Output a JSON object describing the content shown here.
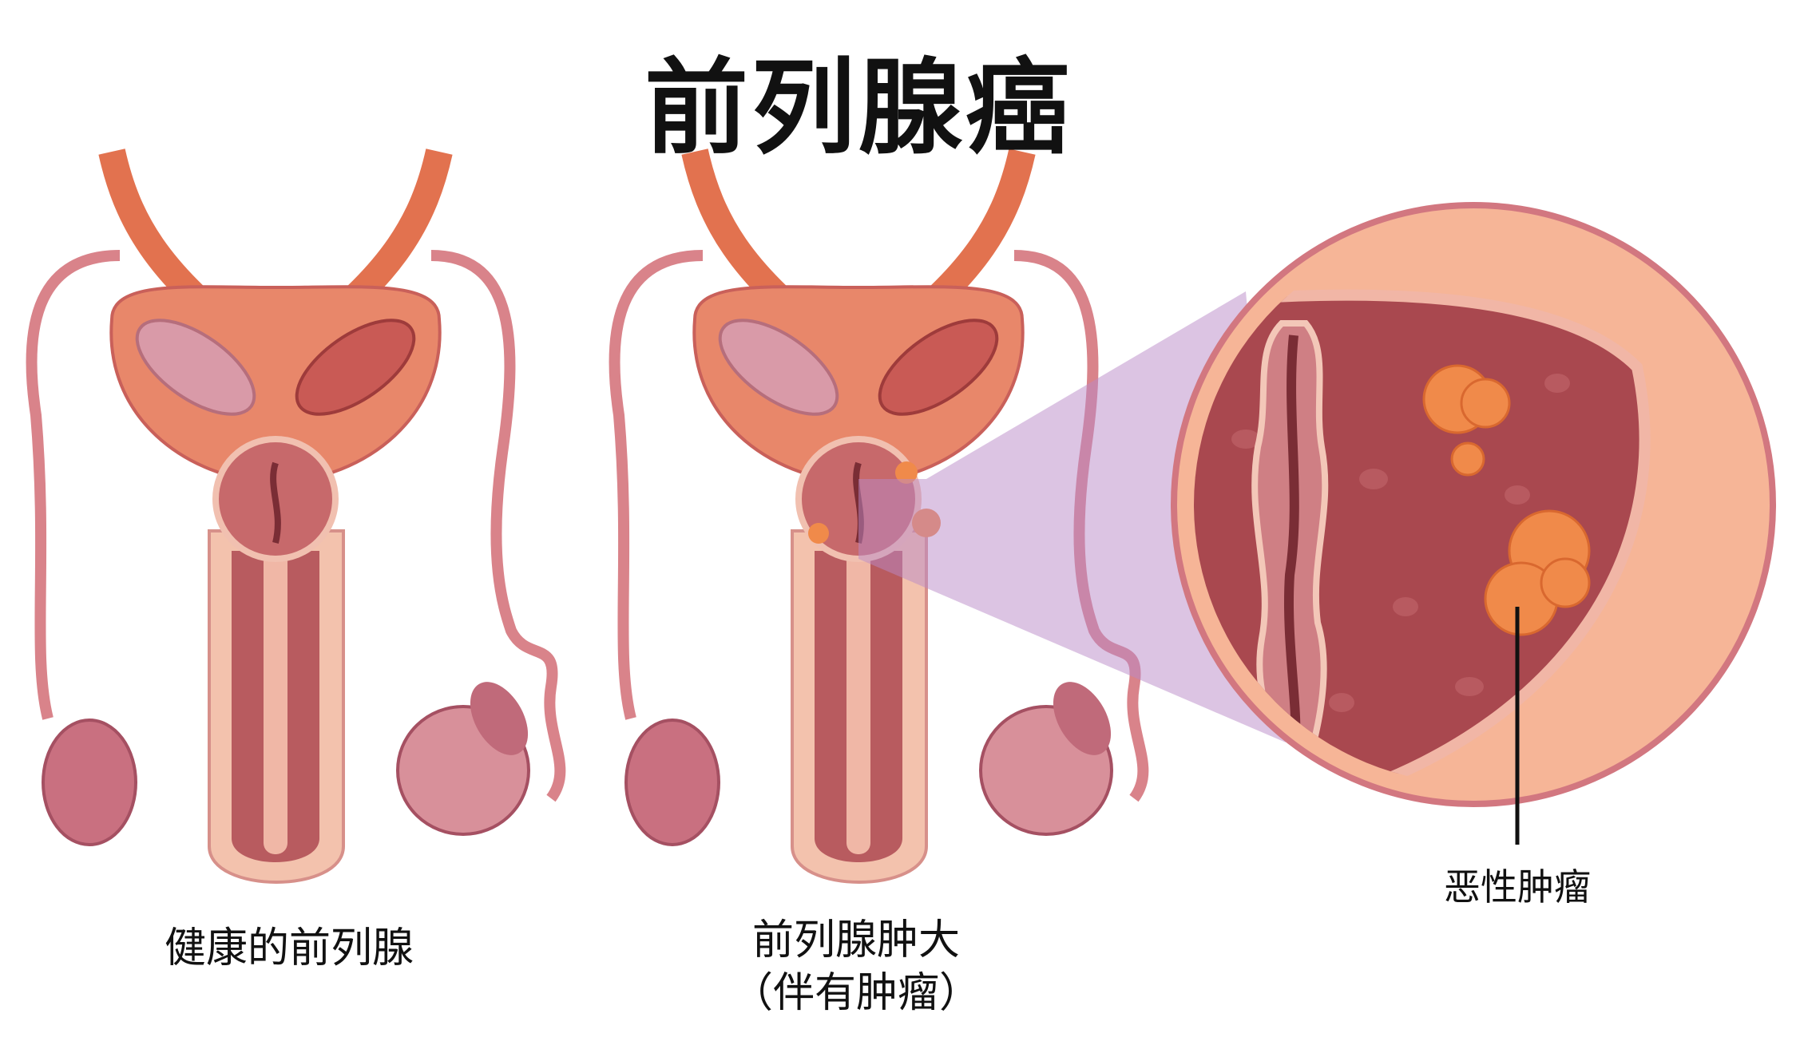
{
  "title": "前列腺癌",
  "labels": {
    "healthy": "健康的前列腺",
    "enlarged_line1": "前列腺肿大",
    "enlarged_line2": "（伴有肿瘤）",
    "malignant": "恶性肿瘤"
  },
  "colors": {
    "bladder": "#e8876a",
    "prostate": "#c7696b",
    "tissue": "#f4c3ae",
    "tumor": "#f08a4a",
    "zoom_cone": "#b98ac8",
    "magnifier_ring": "#f6b597"
  }
}
